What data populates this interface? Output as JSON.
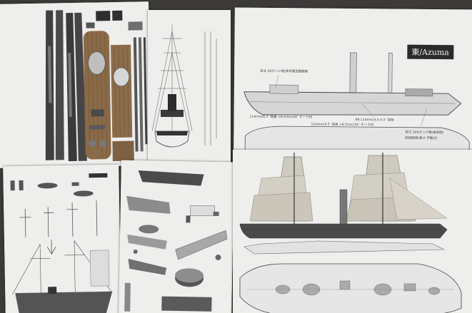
{
  "scene": {
    "description_free": true,
    "colors": {
      "background": "#3d3b39",
      "paper": "#ececea",
      "wood": "#8a6a48",
      "hull_dark": "#3b3b3b",
      "hull_grey": "#8f8f8f",
      "sail": "#cfcac0",
      "red_bottom": "#c9a89a"
    }
  },
  "sheets": {
    "azuma_title": "東/Azuma",
    "annotations": [
      "安式 30ポンド砲/装甲艦型艦載砲",
      "114mm/6.5″ 砲盾 ×6.5mm/34″ オーク材",
      "89-114mm/3.5-4.5″ 装板",
      "114mm/4.5″ 装板 ×6.5mm/34″ オーク材",
      "安式 300ポンド砲(後部砲)",
      "旋回砲塔(高さ 手動式)"
    ]
  }
}
